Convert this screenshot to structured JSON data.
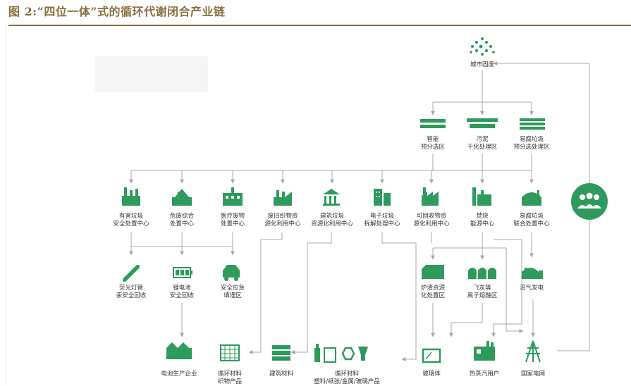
{
  "figure_title": "图 2:“四位一体”式的循环代谢闭合产业链",
  "colors": {
    "accent": "#2e9a5b",
    "title": "#8a6f3e",
    "line": "#a8a8a8",
    "text": "#333333"
  },
  "nodes": {
    "urban_waste": [
      "城市固废"
    ],
    "smart_sorting": [
      "智能",
      "预分选区"
    ],
    "sludge": [
      "污泥",
      "干化处理区"
    ],
    "perishable_sorting": [
      "易腐垃圾",
      "预分选处理区"
    ],
    "hazardous": [
      "有害垃圾",
      "安全处置中心"
    ],
    "hazwaste": [
      "危废综合",
      "处置中心"
    ],
    "medical": [
      "医疗废物",
      "处置中心"
    ],
    "textile": [
      "废旧织物资",
      "源化利用中心"
    ],
    "construction": [
      "建筑垃圾",
      "资源化利用中心"
    ],
    "ewaste": [
      "电子垃圾",
      "拆解处理中心"
    ],
    "recyclables": [
      "可回收物资",
      "源化利用中心"
    ],
    "incineration": [
      "焚烧",
      "能源中心"
    ],
    "perishable_joint": [
      "易腐垃圾",
      "联合处置中心"
    ],
    "fluorescent": [
      "荧光灯管",
      "汞安全回收"
    ],
    "lithium": [
      "锂电池",
      "安全回收"
    ],
    "landfill": [
      "安全应急",
      "填埋区"
    ],
    "slag": [
      "炉渣资源",
      "化处置区"
    ],
    "fly_ash": [
      "飞灰等",
      "离子熔融区"
    ],
    "biogas": [
      "沼气发电"
    ],
    "battery_maker": [
      "电池生产企业"
    ],
    "recycled_textile": [
      "循环材料",
      "织物产品"
    ],
    "building_materials": [
      "建筑材料"
    ],
    "recycled_materials": [
      "循环材料",
      "塑料/纸张/金属/玻璃产品"
    ],
    "glass": [
      "玻璃体"
    ],
    "steam_users": [
      "热蒸汽用户"
    ],
    "grid": [
      "国家电网"
    ]
  }
}
